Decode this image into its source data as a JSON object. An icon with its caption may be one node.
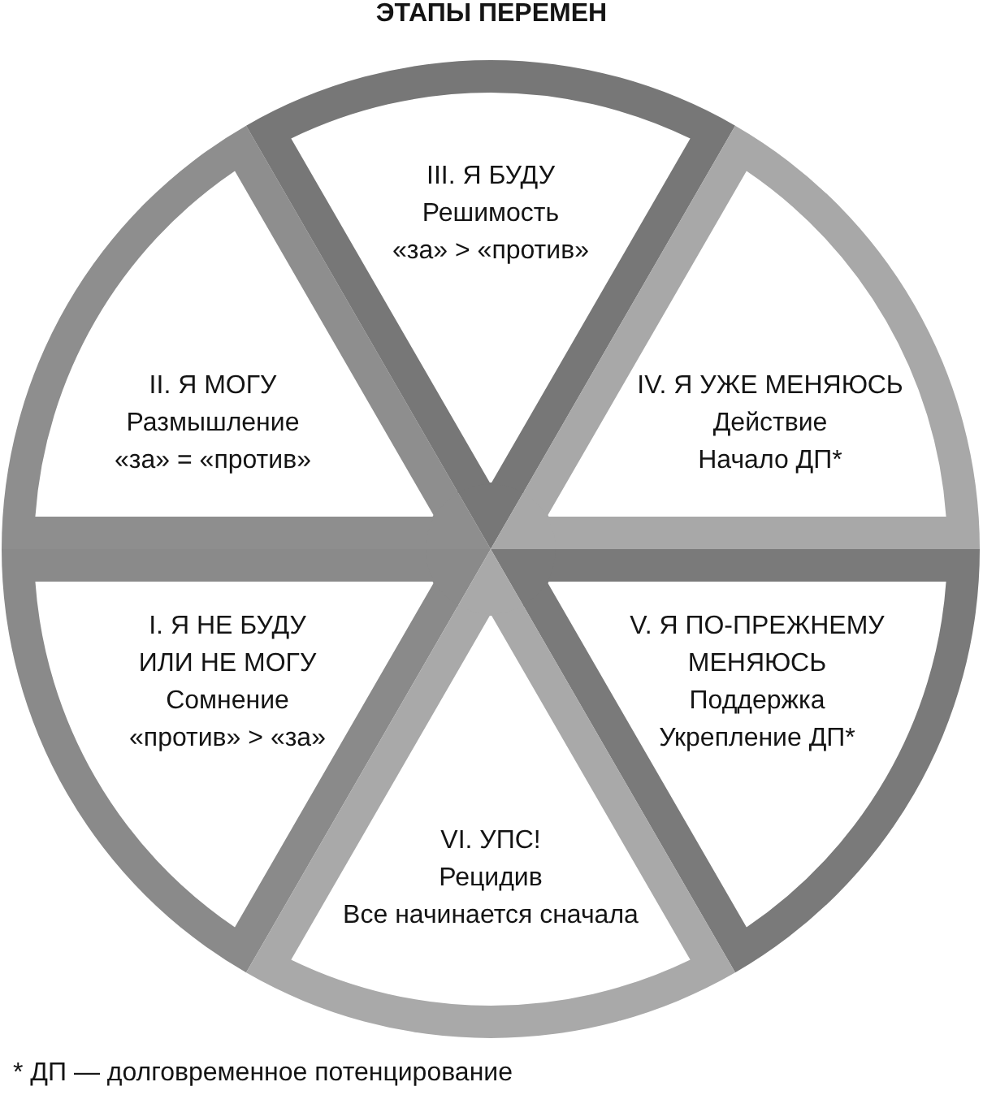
{
  "diagram": {
    "title": "ЭТАПЫ ПЕРЕМЕН",
    "nodes": [
      {
        "text": [
          "I. Я НЕ БУДУ ИЛИ НЕ МОГУ",
          "Сомнение",
          "«против» > «за»"
        ]
      },
      {
        "text": [
          "II. Я МОГУ",
          "Размышление",
          "«за» = «против»"
        ]
      },
      {
        "text": [
          "III. Я БУДУ",
          "Решимость",
          "«за» > «против»"
        ]
      },
      {
        "text": [
          "IV. Я УЖЕ МЕНЯЮСЬ",
          "Действие",
          "Начало ДП*"
        ]
      },
      {
        "text": [
          "V. Я ПО-ПРЕЖНЕМУ МЕНЯЮСЬ",
          "Поддержка",
          "Укрепление ДП*"
        ]
      },
      {
        "text": [
          "VI. УПС!",
          "Рецидив",
          "Все начинается сначала"
        ]
      }
    ],
    "labels": [
      "* ДП — долговременное потенцирование"
    ]
  }
}
